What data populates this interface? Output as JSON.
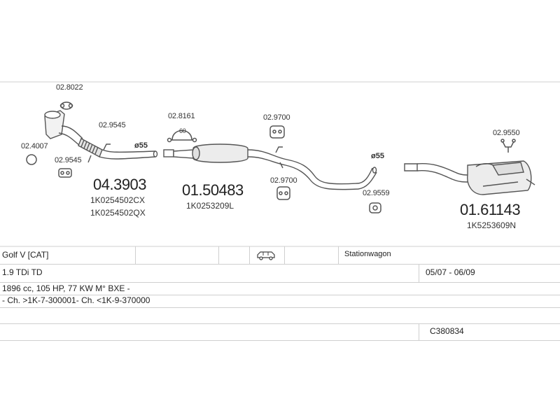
{
  "parts": {
    "p_02_8022": "02.8022",
    "p_02_4007": "02.4007",
    "p_02_9545_a": "02.9545",
    "p_02_9545_b": "02.9545",
    "p_02_8161": "02.8161",
    "p_02_8161_badge": "60",
    "p_02_9700_a": "02.9700",
    "p_02_9700_b": "02.9700",
    "p_02_9559": "02.9559",
    "p_02_9550": "02.9550",
    "pipe_a": "ø55",
    "pipe_b": "ø55"
  },
  "main_parts": {
    "front": {
      "number": "04.3903",
      "oem1": "1K0254502CX",
      "oem2": "1K0254502QX"
    },
    "middle": {
      "number": "01.50483",
      "oem1": "1K0253209L"
    },
    "rear": {
      "number": "01.61143",
      "oem1": "1K5253609N"
    }
  },
  "vehicle": {
    "model": "Golf V  [CAT]",
    "body": "Stationwagon",
    "engine": "1.9 TDi TD",
    "years": "05/07 - 06/09",
    "spec": "1896 cc, 105 HP, 77 KW M° BXE -",
    "chassis": "- Ch. >1K-7-300001- Ch. <1K-9-370000",
    "catalog_code": "C380834"
  },
  "colors": {
    "line": "#555555",
    "rule": "#cfcfcf",
    "fill": "#e4e4e4"
  }
}
